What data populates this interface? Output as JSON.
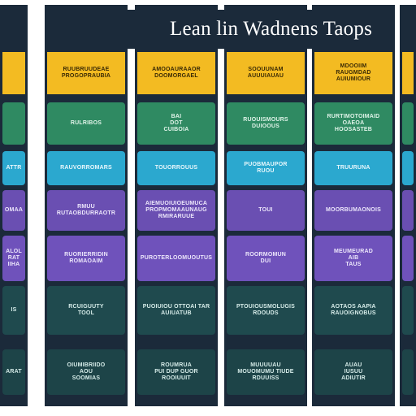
{
  "banner": {
    "title": "Lean lin Wadnens Taops"
  },
  "colors": {
    "column": "#1b2a3a",
    "header": "#f3bb22",
    "green": "#2f8a62",
    "cyan": "#2ba8cf",
    "purple": "#6a4fb2",
    "dark": "#1f4a4e"
  },
  "columns": [
    {
      "cards": [
        {
          "tone": "yellow",
          "lines": []
        },
        {
          "tone": "green",
          "lines": []
        },
        {
          "tone": "cyan",
          "lines": [
            "ATTR"
          ]
        },
        {
          "tone": "purple",
          "lines": [
            "OMAA"
          ]
        },
        {
          "tone": "purple2",
          "lines": [
            "ALOL",
            "RAT",
            "IIHA"
          ]
        },
        {
          "tone": "dark",
          "lines": [
            "IS"
          ]
        },
        {
          "tone": "dark2",
          "lines": [
            "ARAT"
          ]
        }
      ]
    },
    {
      "cards": [
        {
          "tone": "yellow",
          "lines": [
            "RUUBRUUDEAE",
            "PROGOPRAUBIA"
          ]
        },
        {
          "tone": "green",
          "lines": [
            "RULRIBOS"
          ]
        },
        {
          "tone": "cyan",
          "lines": [
            "RAUVORROMARS"
          ]
        },
        {
          "tone": "purple",
          "lines": [
            "RMUU",
            "RUTAOBDURRAOTR"
          ]
        },
        {
          "tone": "purple2",
          "lines": [
            "RUORIERRIDIN",
            "ROMAOAIM"
          ]
        },
        {
          "tone": "dark",
          "lines": [
            "RCUIGUUTY",
            "TOOL"
          ]
        },
        {
          "tone": "dark2",
          "lines": [
            "OIUMIBRIIDO",
            "AOU",
            "SOOMIAS"
          ]
        }
      ]
    },
    {
      "cards": [
        {
          "tone": "yellow",
          "lines": [
            "AMOOAURAAOR",
            "DOOMORGAEL"
          ]
        },
        {
          "tone": "green",
          "lines": [
            "BAI",
            "DOT",
            "CUIBOIA"
          ]
        },
        {
          "tone": "cyan",
          "lines": [
            "TOUORROUUS"
          ]
        },
        {
          "tone": "purple",
          "lines": [
            "AIEMUOIUIOEUMUCA",
            "PROPMOMAAUNAUG",
            "RMIRARUUE"
          ]
        },
        {
          "tone": "purple2",
          "lines": [
            "PUROTERLOOMUOUTUS"
          ]
        },
        {
          "tone": "dark",
          "lines": [
            "PUOIUIOU OTTOAI TAR",
            "AUIUATUB"
          ]
        },
        {
          "tone": "dark2",
          "lines": [
            "ROUMRUA",
            "PUI DUP GUOR",
            "ROOIUUIT"
          ]
        }
      ]
    },
    {
      "cards": [
        {
          "tone": "yellow",
          "lines": [
            "SOOUUNAM",
            "AUUUIAUAU"
          ]
        },
        {
          "tone": "green",
          "lines": [
            "RUOUISMOURS",
            "DUIOOUS"
          ]
        },
        {
          "tone": "cyan",
          "lines": [
            "PUOBMAUPOR",
            "RUOU"
          ]
        },
        {
          "tone": "purple",
          "lines": [
            "TOUI"
          ]
        },
        {
          "tone": "purple2",
          "lines": [
            "ROORMOMUN",
            "DUI"
          ]
        },
        {
          "tone": "dark",
          "lines": [
            "PTOUIOUSMOLUGIS",
            "RDOUDS"
          ]
        },
        {
          "tone": "dark2",
          "lines": [
            "MUUUUAU",
            "MOUOMUMU TIUDE",
            "RDUUISS"
          ]
        }
      ]
    },
    {
      "cards": [
        {
          "tone": "yellow",
          "lines": [
            "MDOOIIM",
            "RAUGMDAD",
            "AUIUMIOUR"
          ]
        },
        {
          "tone": "green",
          "lines": [
            "RURTIMOTOIMAID",
            "OAEOA",
            "HOOSASTEB"
          ]
        },
        {
          "tone": "cyan",
          "lines": [
            "TRUURUNA"
          ]
        },
        {
          "tone": "purple",
          "lines": [
            "MOORBUMAONOIS"
          ]
        },
        {
          "tone": "purple2",
          "lines": [
            "MEUMEURAD",
            "AIB",
            "TAUS"
          ]
        },
        {
          "tone": "dark",
          "lines": [
            "AOTAOS AAPIA",
            "RAUOIGNOBUS"
          ]
        },
        {
          "tone": "dark2",
          "lines": [
            "AUAU",
            "IUSUU",
            "ADIUTIR"
          ]
        }
      ]
    },
    {
      "cards": [
        {
          "tone": "yellow",
          "lines": []
        },
        {
          "tone": "green",
          "lines": []
        },
        {
          "tone": "cyan",
          "lines": []
        },
        {
          "tone": "purple",
          "lines": []
        },
        {
          "tone": "purple2",
          "lines": []
        },
        {
          "tone": "dark",
          "lines": []
        },
        {
          "tone": "dark2",
          "lines": []
        }
      ]
    }
  ]
}
